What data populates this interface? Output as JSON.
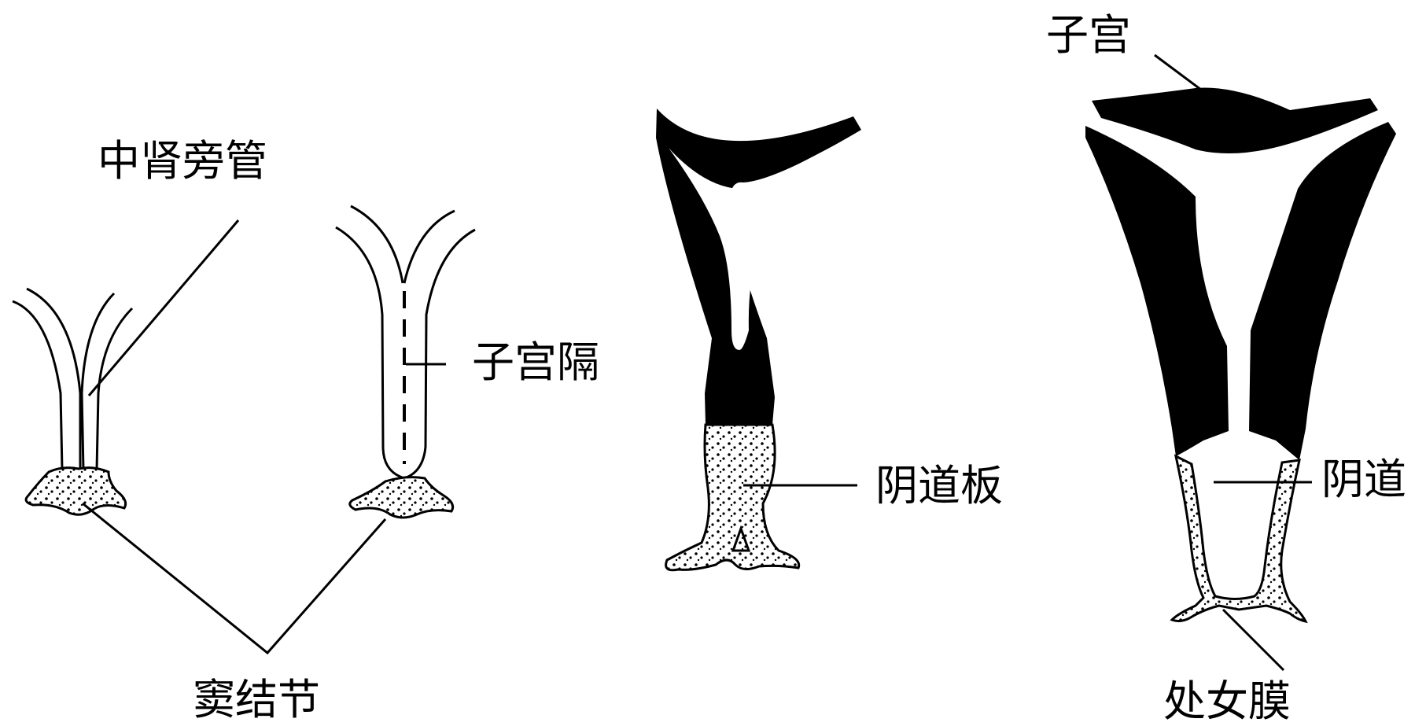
{
  "labels": {
    "mesonephric_duct": "中肾旁管",
    "uterine_septum": "子宫隔",
    "sinus_tubercle": "窦结节",
    "vaginal_plate": "阴道板",
    "uterus": "子宫",
    "vagina": "阴道",
    "hymen": "处女膜"
  },
  "colors": {
    "ink": "#000000",
    "background": "#ffffff"
  }
}
